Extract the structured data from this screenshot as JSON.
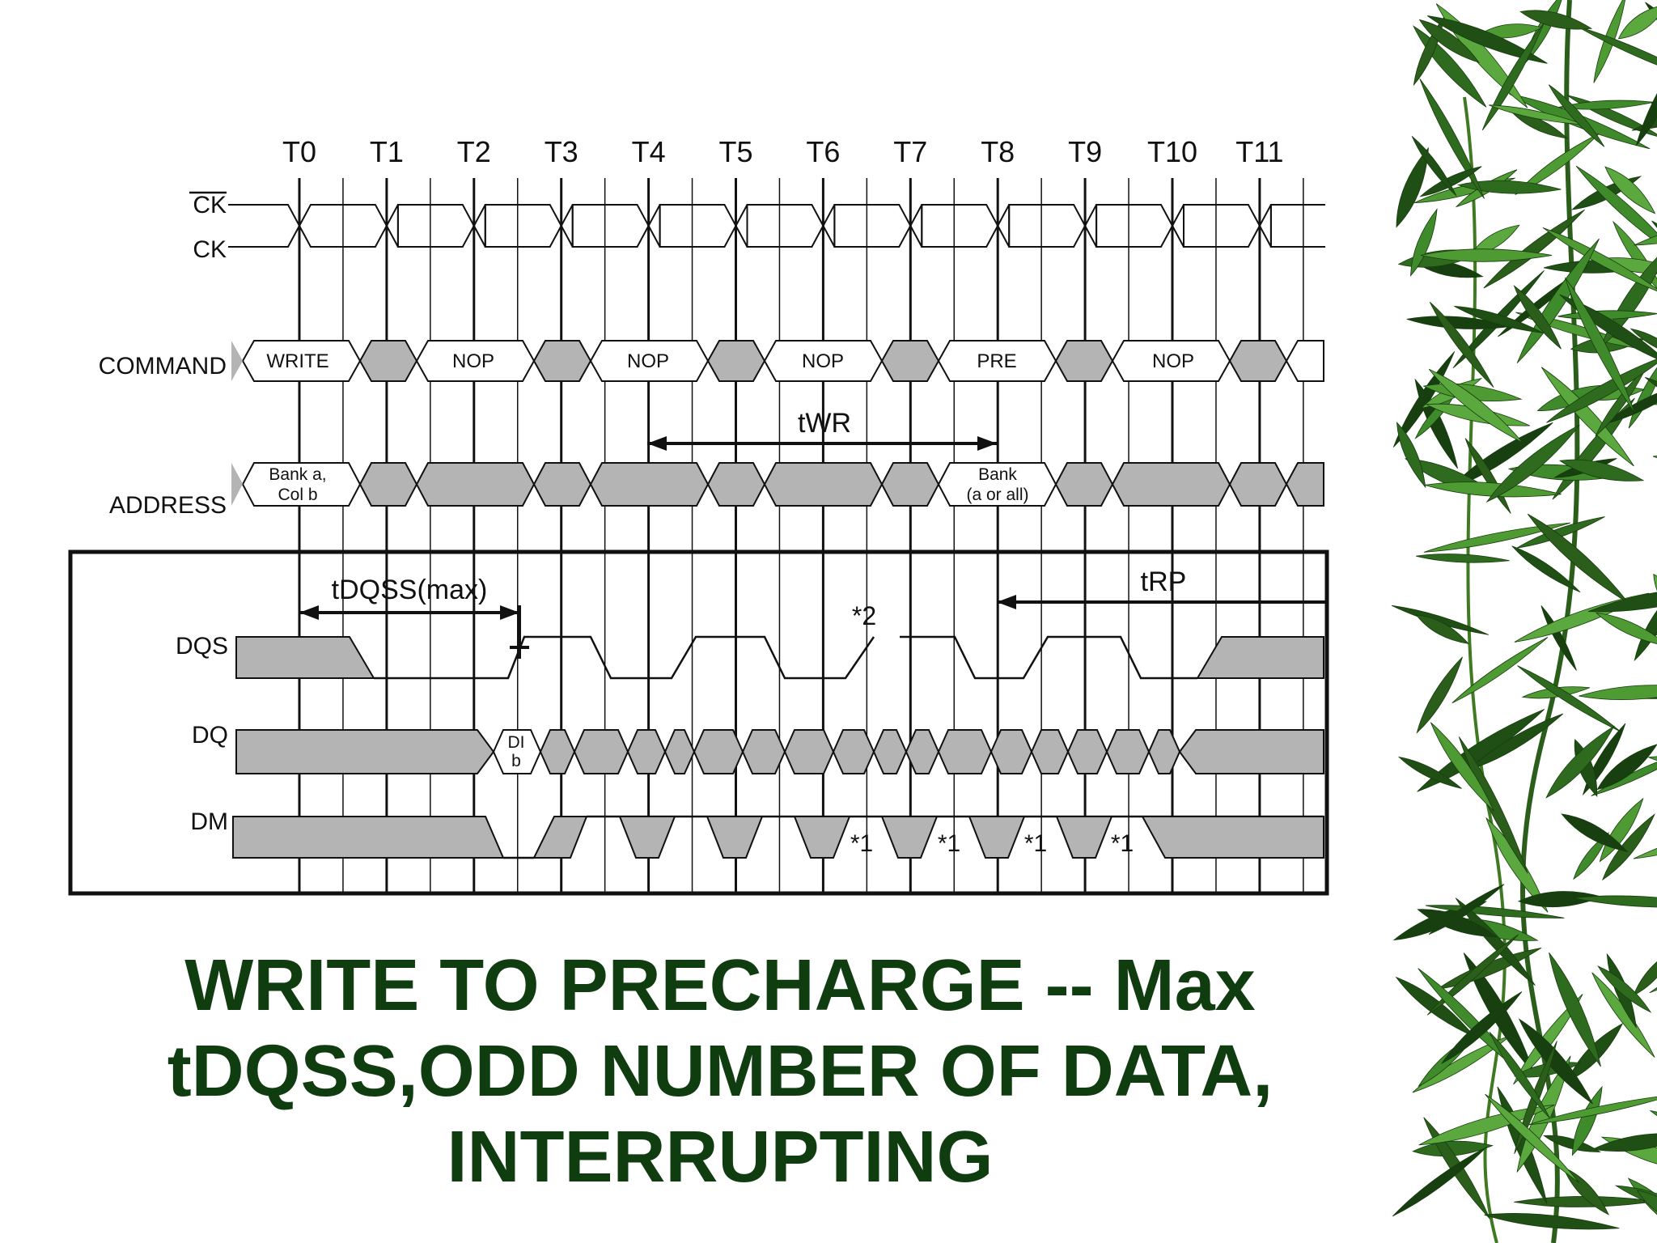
{
  "clock_labels": [
    "T0",
    "T1",
    "T2",
    "T3",
    "T4",
    "T5",
    "T6",
    "T7",
    "T8",
    "T9",
    "T10",
    "T11"
  ],
  "signal_labels": {
    "ck_bar": "CK",
    "ck": "CK",
    "command": "COMMAND",
    "address": "ADDRESS",
    "dqs": "DQS",
    "dq": "DQ",
    "dm": "DM"
  },
  "commands": [
    "WRITE",
    "NOP",
    "NOP",
    "NOP",
    "PRE",
    "NOP"
  ],
  "address": {
    "write_line1": "Bank a,",
    "write_line2": "Col b",
    "pre_line1": "Bank",
    "pre_line2": "(a or all)"
  },
  "dq_data": {
    "line1": "DI",
    "line2": "b"
  },
  "timing": {
    "twr": "tWR",
    "tdqss": "tDQSS(max)",
    "trp": "tRP",
    "note2": "*2",
    "note1": "*1"
  },
  "title_lines": [
    "WRITE TO PRECHARGE -- Max",
    "tDQSS,ODD NUMBER OF DATA,",
    "INTERRUPTING"
  ],
  "colors": {
    "title": "#0f3d0f",
    "shade": "#b4b4b4",
    "line": "#111111",
    "bamboo": "#2f6b1f"
  }
}
